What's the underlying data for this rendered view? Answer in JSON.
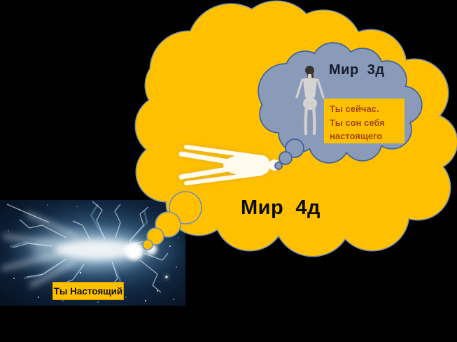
{
  "diagram": {
    "world_4d": {
      "title": "Мир  4д"
    },
    "world_3d": {
      "title": "Мир  3д"
    },
    "labels": {
      "you_now": {
        "text": "Ты сейчас.\nТы сон себя\nнастоящего"
      },
      "you_real": {
        "text": "Ты Настоящий"
      }
    },
    "figures": {
      "golden_figure": "glowing-astral-body-lying-horizontal",
      "woman_figure": "gray-3d-woman-model-back-view",
      "energy_being": "blue-plasma-energy-being-photo"
    }
  },
  "colors": {
    "background": "#000000",
    "cloud_yellow": "#FFC000",
    "cloud_yellow_outline": "#7290B5",
    "cloud_blue": "#8A9BBA",
    "cloud_blue_outline": "#41639B",
    "label_bg": "#FFC000",
    "label_you_now_text": "#A3450F",
    "label_you_real_text": "#111111",
    "title_3d_color": "#151C2C",
    "title_4d_color": "#0B0B0B"
  }
}
